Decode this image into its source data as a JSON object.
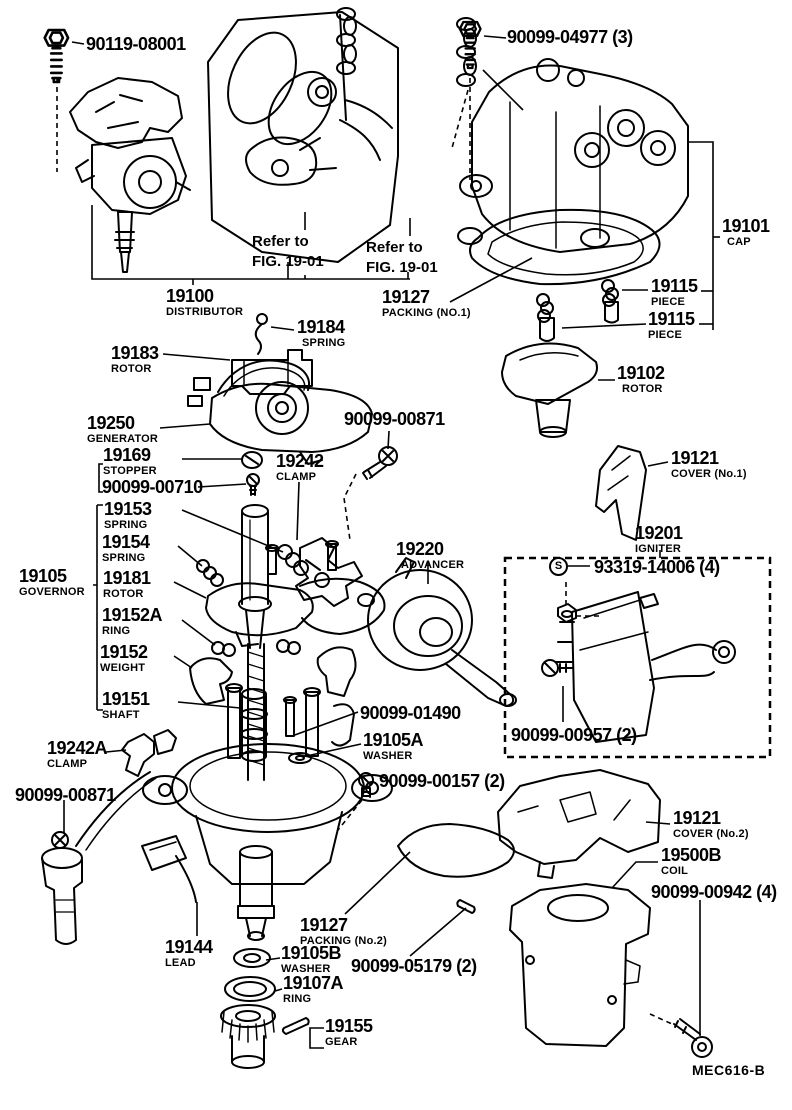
{
  "figure": {
    "footer_code": "MEC616-B",
    "refer_note": {
      "line1": "Refer to",
      "line2": "FIG. 19-01"
    }
  },
  "labels": [
    {
      "number": "90119-08001"
    },
    {
      "number": "90099-04977 (3)"
    },
    {
      "number": "19101",
      "desc": "CAP"
    },
    {
      "number": "19115",
      "desc": "PIECE"
    },
    {
      "number": "19115",
      "desc": "PIECE"
    },
    {
      "number": "19100",
      "desc": "DISTRIBUTOR"
    },
    {
      "number": "19127",
      "desc": "PACKING (NO.1)"
    },
    {
      "number": "19184",
      "desc": "SPRING"
    },
    {
      "number": "19183",
      "desc": "ROTOR"
    },
    {
      "number": "19102",
      "desc": "ROTOR"
    },
    {
      "number": "19250",
      "desc": "GENERATOR"
    },
    {
      "number": "19169",
      "desc": "STOPPER"
    },
    {
      "number": "90099-00710"
    },
    {
      "number": "19242",
      "desc": "CLAMP"
    },
    {
      "number": "90099-00871"
    },
    {
      "number": "19121",
      "desc": "COVER (No.1)"
    },
    {
      "number": "19153",
      "desc": "SPRING"
    },
    {
      "number": "19154",
      "desc": "SPRING"
    },
    {
      "number": "19201",
      "desc": "IGNITER"
    },
    {
      "number": "19220",
      "desc": "ADVANCER"
    },
    {
      "number": "19105",
      "desc": "GOVERNOR"
    },
    {
      "number": "19181",
      "desc": "ROTOR"
    },
    {
      "number": "93319-14006 (4)",
      "symbol": "S"
    },
    {
      "number": "19152A",
      "desc": "RING"
    },
    {
      "number": "19152",
      "desc": "WEIGHT"
    },
    {
      "number": "19151",
      "desc": "SHAFT"
    },
    {
      "number": "90099-01490"
    },
    {
      "number": "19105A",
      "desc": "WASHER"
    },
    {
      "number": "90099-00957 (2)"
    },
    {
      "number": "19242A",
      "desc": "CLAMP"
    },
    {
      "number": "90099-00871"
    },
    {
      "number": "90099-00157 (2)"
    },
    {
      "number": "19121",
      "desc": "COVER (No.2)"
    },
    {
      "number": "19500B",
      "desc": "COIL"
    },
    {
      "number": "90099-00942 (4)"
    },
    {
      "number": "19127",
      "desc": "PACKING (No.2)"
    },
    {
      "number": "19144",
      "desc": "LEAD"
    },
    {
      "number": "19105B",
      "desc": "WASHER"
    },
    {
      "number": "90099-05179 (2)"
    },
    {
      "number": "19107A",
      "desc": "RING"
    },
    {
      "number": "19155",
      "desc": "GEAR"
    }
  ]
}
